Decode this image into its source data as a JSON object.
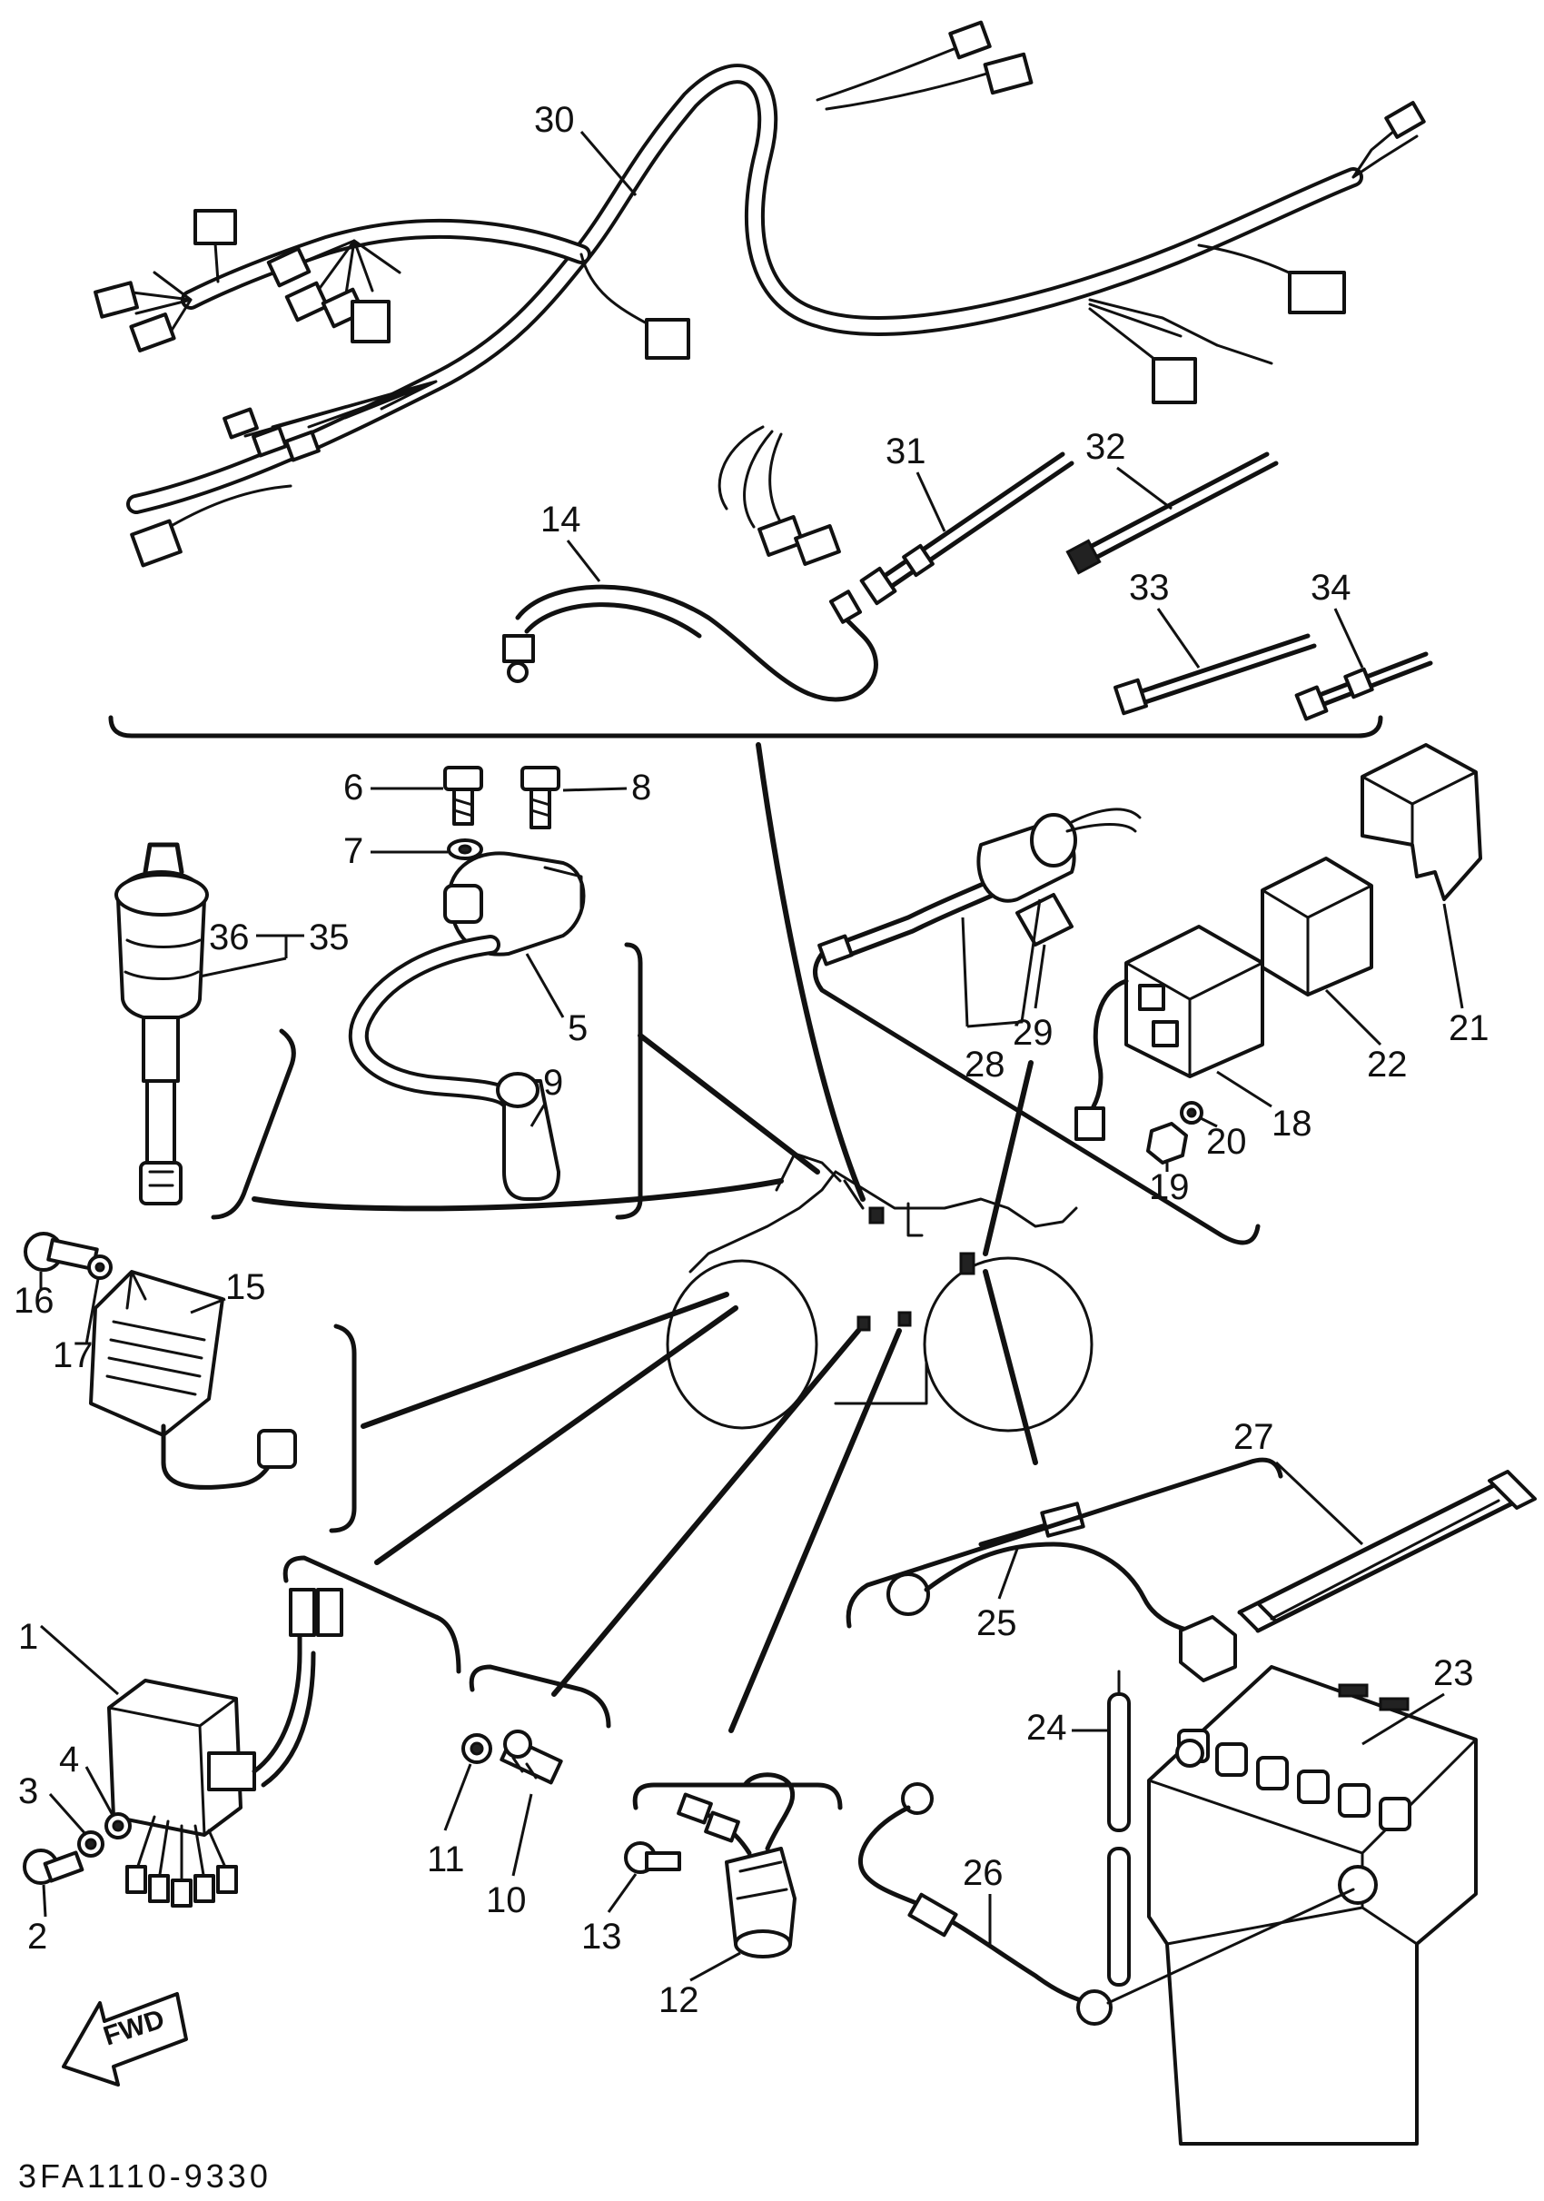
{
  "diagram": {
    "part_code": "3FA1110-9330",
    "direction_label": "FWD",
    "callouts": {
      "c1": "1",
      "c2": "2",
      "c3": "3",
      "c4": "4",
      "c5": "5",
      "c6": "6",
      "c7": "7",
      "c8": "8",
      "c9": "9",
      "c10": "10",
      "c11": "11",
      "c12": "12",
      "c13": "13",
      "c14": "14",
      "c15": "15",
      "c16": "16",
      "c17": "17",
      "c18": "18",
      "c19": "19",
      "c20": "20",
      "c21": "21",
      "c22": "22",
      "c23": "23",
      "c24": "24",
      "c25": "25",
      "c26": "26",
      "c27": "27",
      "c28": "28",
      "c29": "29",
      "c30": "30",
      "c31": "31",
      "c32": "32",
      "c33": "33",
      "c34": "34",
      "c35": "35",
      "c36": "36"
    }
  }
}
